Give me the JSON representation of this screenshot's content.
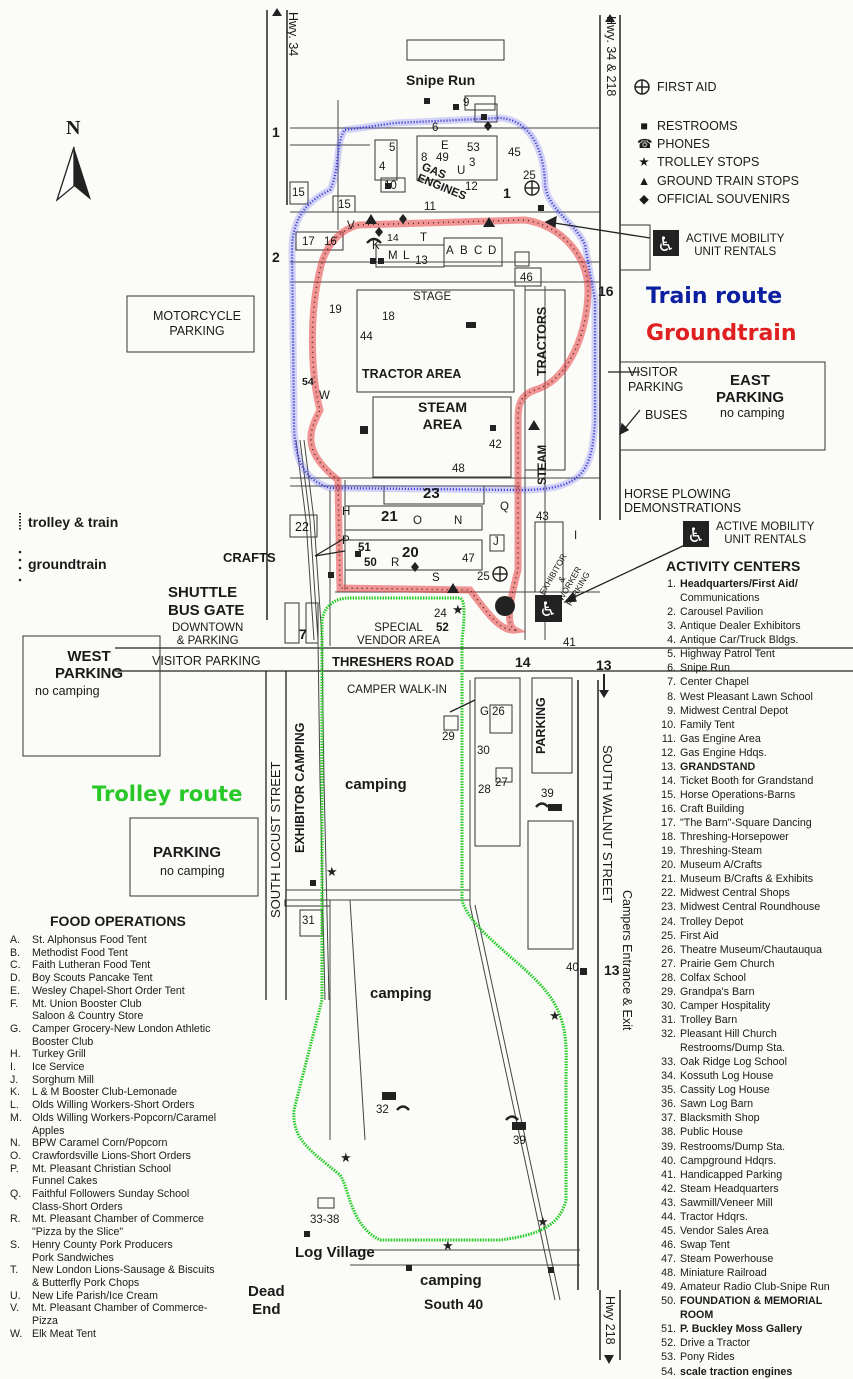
{
  "colors": {
    "train": "#2020c0",
    "groundtrain": "#e23030",
    "trolley": "#22cc22",
    "trolley_text": "#28c828",
    "train_text": "#0c1fa0",
    "groundtrain_text": "#e02020"
  },
  "north": "N",
  "roads": {
    "hwy34": "Hwy. 34",
    "hwy34_218": "Hwy. 34 & 218",
    "hwy218": "Hwy 218",
    "threshers_road": "THRESHERS ROAD",
    "south_locust": "SOUTH LOCUST STREET",
    "south_walnut": "SOUTH WALNUT STREET",
    "campers_entrance": "Campers Entrance & Exit",
    "dead_end": "Dead\nEnd"
  },
  "route_titles": {
    "train": "Train route",
    "groundtrain": "Groundtrain",
    "trolley": "Trolley route"
  },
  "track_legend": {
    "trolley_train": "trolley & train",
    "groundtrain": "groundtrain"
  },
  "legend": {
    "first_aid": "FIRST AID",
    "items": [
      {
        "icon": "square-icon",
        "label": "RESTROOMS"
      },
      {
        "icon": "phone-icon",
        "label": "PHONES"
      },
      {
        "icon": "star-icon",
        "label": "TROLLEY STOPS"
      },
      {
        "icon": "triangle-icon",
        "label": "GROUND TRAIN STOPS"
      },
      {
        "icon": "diamond-icon",
        "label": "OFFICIAL SOUVENIRS"
      }
    ],
    "mobility_top": "ACTIVE MOBILITY\nUNIT RENTALS",
    "mobility_mid": "ACTIVE MOBILITY\nUNIT RENTALS"
  },
  "areas": {
    "snipe_run": "Snipe Run",
    "gas_engines": "GAS\nENGINES",
    "stage": "STAGE",
    "tractor_area": "TRACTOR AREA",
    "tractors": "TRACTORS",
    "steam_area": "STEAM\nAREA",
    "steam": "STEAM",
    "motorcycle_parking": "MOTORCYCLE\nPARKING",
    "visitor_parking_east": "VISITOR\nPARKING",
    "east_parking": "EAST\nPARKING",
    "east_parking_note": "no camping",
    "buses": "BUSES",
    "horse_plowing": "HORSE PLOWING\nDEMONSTRATIONS",
    "crafts": "CRAFTS",
    "shuttle_bus_gate": "SHUTTLE\nBUS GATE",
    "downtown_parking": "DOWNTOWN\n& PARKING",
    "visitor_parking_west": "VISITOR PARKING",
    "west_parking": "WEST\nPARKING",
    "west_parking_note": "no camping",
    "special_vendor": "SPECIAL\nVENDOR AREA",
    "camper_walk_in": "CAMPER WALK-IN",
    "exhibitor_camping": "EXHIBITOR CAMPING",
    "camping_1": "camping",
    "camping_2": "camping",
    "camping_3": "camping",
    "parking_col": "PARKING",
    "parking_west_lower": "PARKING",
    "parking_west_lower_note": "no camping",
    "log_village": "Log Village",
    "south_40": "South 40",
    "exhibitor_worker": "EXHIBITOR\n&\nWORKER\nPARKING"
  },
  "food": {
    "title": "FOOD OPERATIONS",
    "items": [
      [
        "A.",
        "St. Alphonsus Food Tent"
      ],
      [
        "B.",
        "Methodist Food Tent"
      ],
      [
        "C.",
        "Faith Lutheran Food Tent"
      ],
      [
        "D.",
        "Boy Scouts Pancake Tent"
      ],
      [
        "E.",
        "Wesley Chapel-Short Order Tent"
      ],
      [
        "F.",
        "Mt. Union Booster Club"
      ],
      [
        "",
        "Saloon & Country Store"
      ],
      [
        "G.",
        "Camper Grocery-New London Athletic"
      ],
      [
        "",
        "Booster Club"
      ],
      [
        "H.",
        "Turkey Grill"
      ],
      [
        "I.",
        "Ice Service"
      ],
      [
        "J.",
        "Sorghum Mill"
      ],
      [
        "K.",
        "L & M Booster Club-Lemonade"
      ],
      [
        "L.",
        "Olds Willing Workers-Short Orders"
      ],
      [
        "M.",
        "Olds Willing Workers-Popcorn/Caramel"
      ],
      [
        "",
        "Apples"
      ],
      [
        "N.",
        "BPW Caramel Corn/Popcorn"
      ],
      [
        "O.",
        "Crawfordsville Lions-Short Orders"
      ],
      [
        "P.",
        "Mt. Pleasant Christian School"
      ],
      [
        "",
        "Funnel Cakes"
      ],
      [
        "Q.",
        "Faithful Followers Sunday School"
      ],
      [
        "",
        "Class-Short Orders"
      ],
      [
        "R.",
        "Mt. Pleasant Chamber of Commerce"
      ],
      [
        "",
        "\"Pizza by the Slice\""
      ],
      [
        "S.",
        "Henry County  Pork Producers"
      ],
      [
        "",
        "Pork Sandwiches"
      ],
      [
        "T.",
        "New London Lions-Sausage & Biscuits"
      ],
      [
        "",
        "& Butterfly Pork Chops"
      ],
      [
        "U.",
        "New Life Parish/Ice Cream"
      ],
      [
        "V.",
        "Mt. Pleasant Chamber of Commerce-"
      ],
      [
        "",
        "Pizza"
      ],
      [
        "W.",
        "Elk Meat Tent"
      ]
    ]
  },
  "activity": {
    "title": "ACTIVITY CENTERS",
    "items": [
      [
        "1.",
        "Headquarters/First Aid/",
        true
      ],
      [
        "",
        "Communications",
        false
      ],
      [
        "2.",
        "Carousel Pavilion",
        false
      ],
      [
        "3.",
        "Antique Dealer Exhibitors",
        false
      ],
      [
        "4.",
        "Antique Car/Truck Bldgs.",
        false
      ],
      [
        "5.",
        "Highway Patrol Tent",
        false
      ],
      [
        "6.",
        "Snipe Run",
        false
      ],
      [
        "7.",
        "Center Chapel",
        false
      ],
      [
        "8.",
        "West Pleasant Lawn School",
        false
      ],
      [
        "9.",
        "Midwest Central Depot",
        false
      ],
      [
        "10.",
        "Family Tent",
        false
      ],
      [
        "11.",
        "Gas Engine Area",
        false
      ],
      [
        "12.",
        "Gas Engine Hdqs.",
        false
      ],
      [
        "13.",
        "GRANDSTAND",
        true
      ],
      [
        "14.",
        "Ticket Booth for Grandstand",
        false
      ],
      [
        "15.",
        "Horse Operations-Barns",
        false
      ],
      [
        "16.",
        "Craft Building",
        false
      ],
      [
        "17.",
        "\"The Barn\"-Square Dancing",
        false
      ],
      [
        "18.",
        "Threshing-Horsepower",
        false
      ],
      [
        "19.",
        "Threshing-Steam",
        false
      ],
      [
        "20.",
        "Museum A/Crafts",
        false
      ],
      [
        "21.",
        "Museum B/Crafts & Exhibits",
        false
      ],
      [
        "22.",
        "Midwest Central Shops",
        false
      ],
      [
        "23.",
        "Midwest Central Roundhouse",
        false
      ],
      [
        "24.",
        "Trolley Depot",
        false
      ],
      [
        "25.",
        "First Aid",
        false
      ],
      [
        "26.",
        "Theatre Museum/Chautauqua",
        false
      ],
      [
        "27.",
        "Prairie Gem Church",
        false
      ],
      [
        "28.",
        "Colfax School",
        false
      ],
      [
        "29.",
        "Grandpa's Barn",
        false
      ],
      [
        "30.",
        "Camper Hospitality",
        false
      ],
      [
        "31.",
        "Trolley Barn",
        false
      ],
      [
        "32.",
        "Pleasant Hill Church",
        false
      ],
      [
        "",
        "Restrooms/Dump Sta.",
        false
      ],
      [
        "33.",
        "Oak Ridge Log School",
        false
      ],
      [
        "34.",
        "Kossuth Log House",
        false
      ],
      [
        "35.",
        "Cassity Log House",
        false
      ],
      [
        "36.",
        "Sawn Log Barn",
        false
      ],
      [
        "37.",
        "Blacksmith Shop",
        false
      ],
      [
        "38.",
        "Public House",
        false
      ],
      [
        "39.",
        "Restrooms/Dump Sta.",
        false
      ],
      [
        "40.",
        "Campground Hdqrs.",
        false
      ],
      [
        "41.",
        "Handicapped Parking",
        false
      ],
      [
        "42.",
        "Steam Headquarters",
        false
      ],
      [
        "43.",
        "Sawmill/Veneer Mill",
        false
      ],
      [
        "44.",
        "Tractor Hdqrs.",
        false
      ],
      [
        "45.",
        "Vendor Sales Area",
        false
      ],
      [
        "46.",
        "Swap Tent",
        false
      ],
      [
        "47.",
        "Steam Powerhouse",
        false
      ],
      [
        "48.",
        "Miniature Railroad",
        false
      ],
      [
        "49.",
        "Amateur Radio Club-Snipe Run",
        false
      ],
      [
        "50.",
        "FOUNDATION & MEMORIAL",
        true
      ],
      [
        "",
        "ROOM",
        true
      ],
      [
        "51.",
        "P. Buckley Moss Gallery",
        true
      ],
      [
        "52.",
        "Drive a Tractor",
        false
      ],
      [
        "53.",
        "Pony Rides",
        false
      ],
      [
        "54.",
        "scale traction engines",
        true
      ]
    ]
  },
  "map_labels": {
    "n1": "1",
    "n2": "2",
    "n7": "7",
    "n13a": "13",
    "n13b": "13",
    "n14": "14",
    "n16": "16",
    "n54": "54",
    "n23": "23",
    "n21": "21",
    "n20": "20",
    "n52": "52",
    "n22": "22",
    "n19": "19",
    "n18": "18",
    "n44": "44",
    "n42": "42",
    "n48": "48",
    "n46": "46",
    "n45": "45",
    "n25a": "25",
    "n25b": "25",
    "n15a": "15",
    "n15b": "15",
    "n17": "17",
    "n16b": "16",
    "n10": "10",
    "n11": "11",
    "n12": "12",
    "n3": "3",
    "n4": "4",
    "n5": "5",
    "n6": "6",
    "n8": "8",
    "n9": "9",
    "n49": "49",
    "n53": "53",
    "n14b": "14",
    "n13c": "13",
    "n51": "51",
    "n50": "50",
    "n47": "47",
    "n43": "43",
    "n41": "41",
    "n24": "24",
    "n29": "29",
    "n30": "30",
    "n26": "26",
    "n28": "28",
    "n27": "27",
    "n31": "31",
    "n39a": "39",
    "n39b": "39",
    "n40": "40",
    "n32": "32",
    "n33": "33-38",
    "lK": "K",
    "lM": "M",
    "lL": "L",
    "lT": "T",
    "lA": "A",
    "lB": "B",
    "lC": "C",
    "lD": "D",
    "lV": "V",
    "lW": "W",
    "lO": "O",
    "lN": "N",
    "lR": "R",
    "lS": "S",
    "lQ": "Q",
    "lJ": "J",
    "lH": "H",
    "lP": "P",
    "lG": "G",
    "lE": "E",
    "lI": "I",
    "lU": "U"
  }
}
